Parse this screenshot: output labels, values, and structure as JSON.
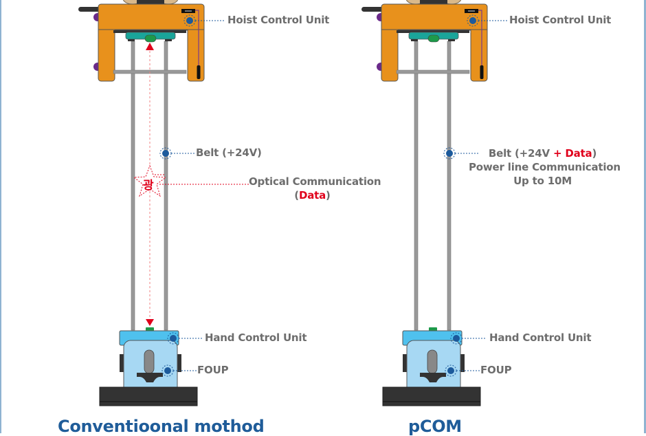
{
  "left_panel": {
    "title": "Conventioonal mothod",
    "labels": {
      "hoist": "Hoist Control Unit",
      "belt": "Belt (+24V)",
      "optical_line1": "Optical Communication",
      "optical_open": "(",
      "optical_data": "Data",
      "optical_close": ")",
      "hand": "Hand Control Unit",
      "foup": "FOUP"
    },
    "optical_marker": "광"
  },
  "right_panel": {
    "title": "pCOM",
    "labels": {
      "hoist": "Hoist Control Unit",
      "belt_prefix": "Belt (+24V ",
      "belt_data": "+ Data",
      "belt_suffix": ")",
      "plc_line": "Power line Communication",
      "speed_line": "Up to 10M",
      "hand": "Hand Control Unit",
      "foup": "FOUP"
    }
  },
  "colors": {
    "hoist_body": "#e8911c",
    "hand_unit": "#4fc1ee",
    "foup_body": "#a7d8f3",
    "base": "#333333",
    "marker": "#1c5a9c",
    "accent_red": "#e0001b",
    "title_blue": "#1f5c99"
  }
}
